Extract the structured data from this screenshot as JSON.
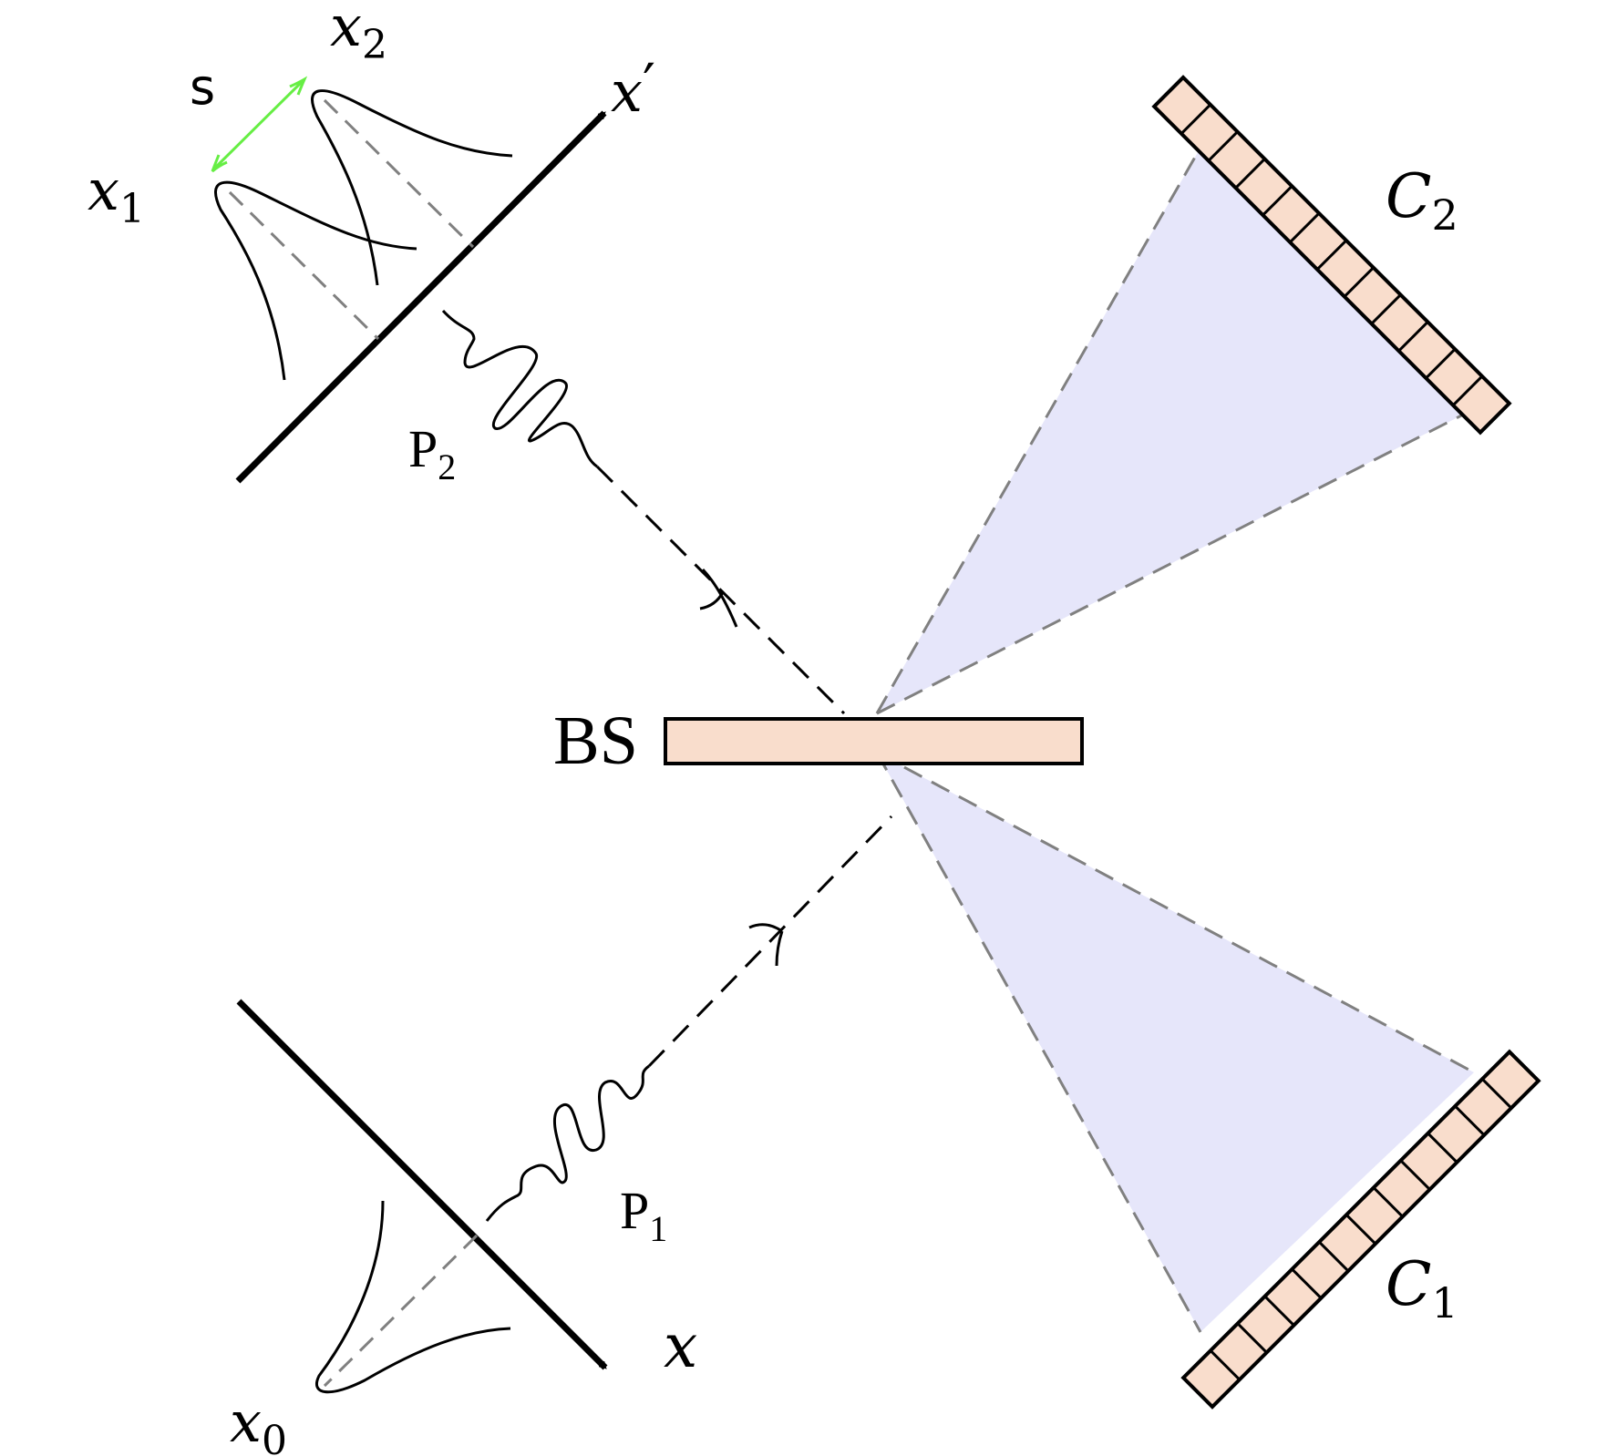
{
  "labels": {
    "x1": {
      "main": "x",
      "sub": "1"
    },
    "x2": {
      "main": "x",
      "sub": "2"
    },
    "x0": {
      "main": "x",
      "sub": "0"
    },
    "x_prime": {
      "main": "x",
      "prime": "′"
    },
    "x": "x",
    "s": "s",
    "p1": {
      "main": "P",
      "sub": "1"
    },
    "p2": {
      "main": "P",
      "sub": "2"
    },
    "bs": "BS",
    "c1": {
      "main": "C",
      "sub": "1"
    },
    "c2": {
      "main": "C",
      "sub": "2"
    }
  },
  "colors": {
    "detector_fill": "#f9ddcc",
    "cone_fill": "#e6e6fa",
    "dash_gray": "#808080",
    "separation_arrow": "#66ee44",
    "ink": "#000000"
  },
  "detector_pixel_count": 12
}
